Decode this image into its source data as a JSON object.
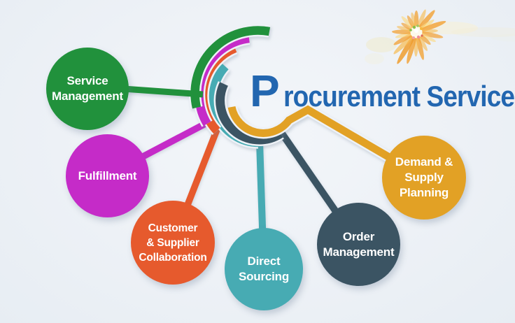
{
  "title": {
    "initial": "P",
    "rest": "rocurement Service",
    "color": "#2266b0"
  },
  "background": "#edf1f6",
  "nodes": [
    {
      "id": "service-management",
      "label": "Service Management",
      "lines": [
        "Service",
        "Management"
      ],
      "color": "#21913c"
    },
    {
      "id": "fulfillment",
      "label": "Fulfillment",
      "lines": [
        "Fulfillment"
      ],
      "color": "#c52bc8"
    },
    {
      "id": "customer-supplier-collaboration",
      "label": "Customer & Supplier Collaboration",
      "lines": [
        "Customer",
        "& Supplier",
        "Collaboration"
      ],
      "color": "#e65a2d"
    },
    {
      "id": "direct-sourcing",
      "label": "Direct Sourcing",
      "lines": [
        "Direct",
        "Sourcing"
      ],
      "color": "#47abb3"
    },
    {
      "id": "order-management",
      "label": "Order Management",
      "lines": [
        "Order",
        "Management"
      ],
      "color": "#3b5463"
    },
    {
      "id": "demand-supply-planning",
      "label": "Demand & Supply Planning",
      "lines": [
        "Demand &",
        "Supply",
        "Planning"
      ],
      "color": "#e2a125"
    }
  ],
  "decorations": {
    "flower": "orange-daisy-flower"
  }
}
